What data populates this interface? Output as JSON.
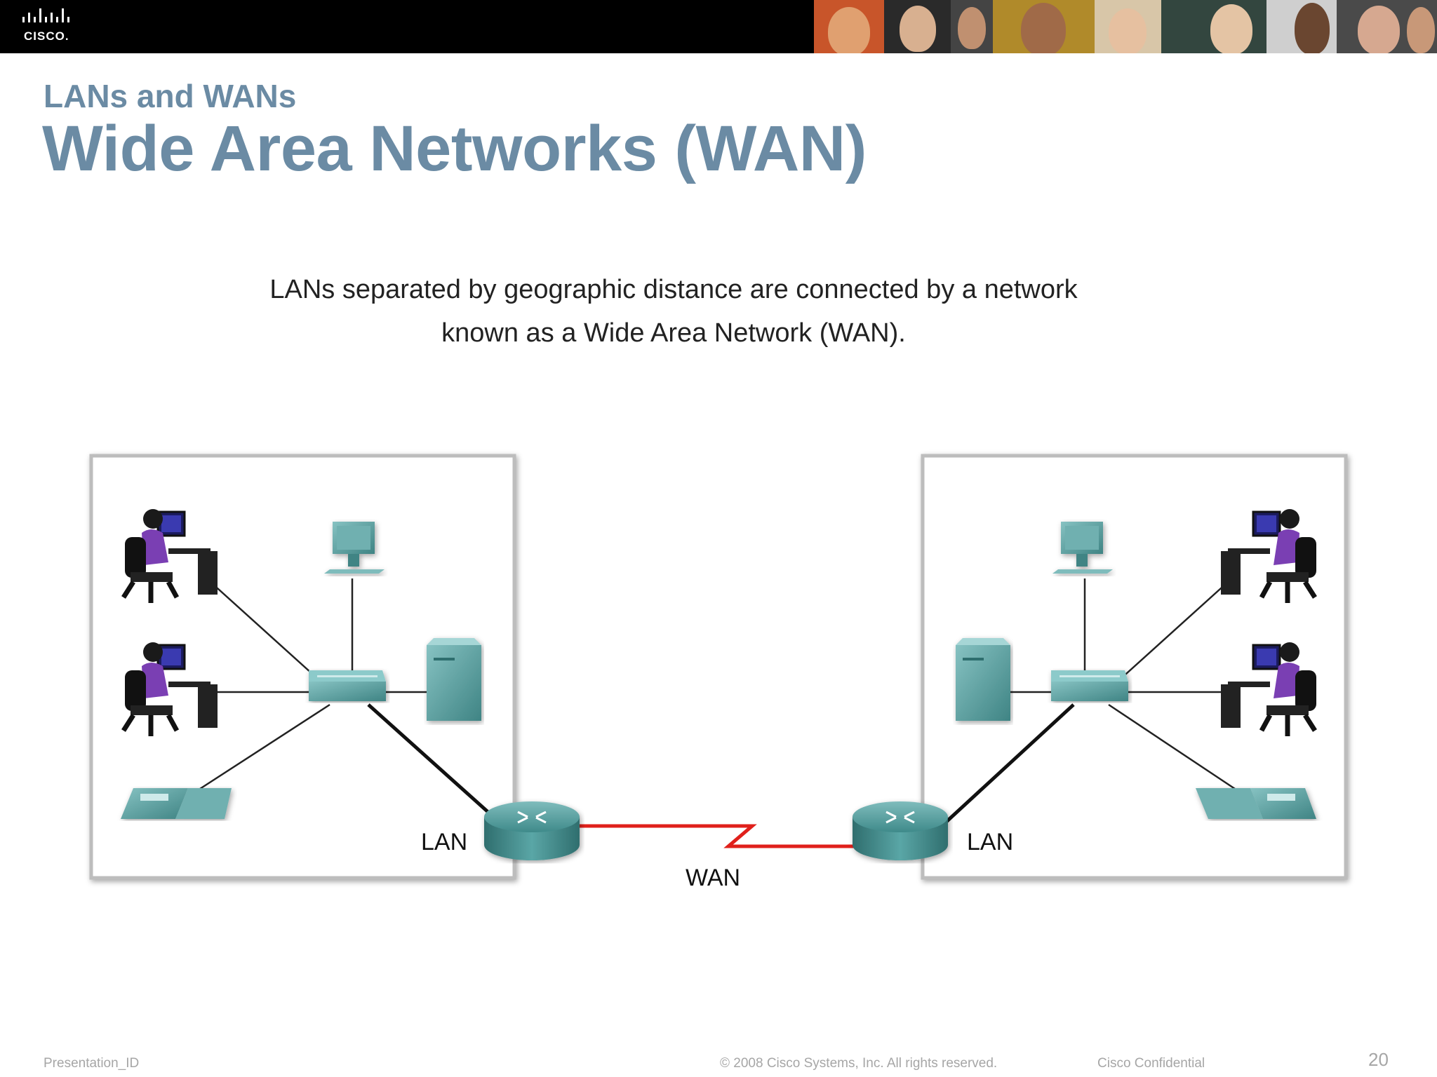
{
  "header": {
    "logo_text": "CISCO.",
    "photos": [
      "#c8552a",
      "#8a6a4a",
      "#3a3a3a",
      "#b08a2a",
      "#d8c6a8",
      "#33463f",
      "#cfcfcf",
      "#4a4a4a"
    ]
  },
  "slide": {
    "section": "LANs and WANs",
    "title": "Wide Area Networks (WAN)",
    "caption_line1": "LANs separated by geographic distance are connected by a network",
    "caption_line2": "known as a Wide Area Network (WAN)."
  },
  "diagram": {
    "left_lan_label": "LAN",
    "right_lan_label": "LAN",
    "wan_label": "WAN",
    "colors": {
      "device": "#4f9a9a",
      "device_dark": "#2f6e6e",
      "wan_link": "#e0201b",
      "link": "#111111",
      "person": "#7a3fb3"
    }
  },
  "footer": {
    "presentation_id": "Presentation_ID",
    "copyright": "© 2008 Cisco Systems, Inc. All rights reserved.",
    "confidential": "Cisco Confidential",
    "page_number": "20"
  }
}
